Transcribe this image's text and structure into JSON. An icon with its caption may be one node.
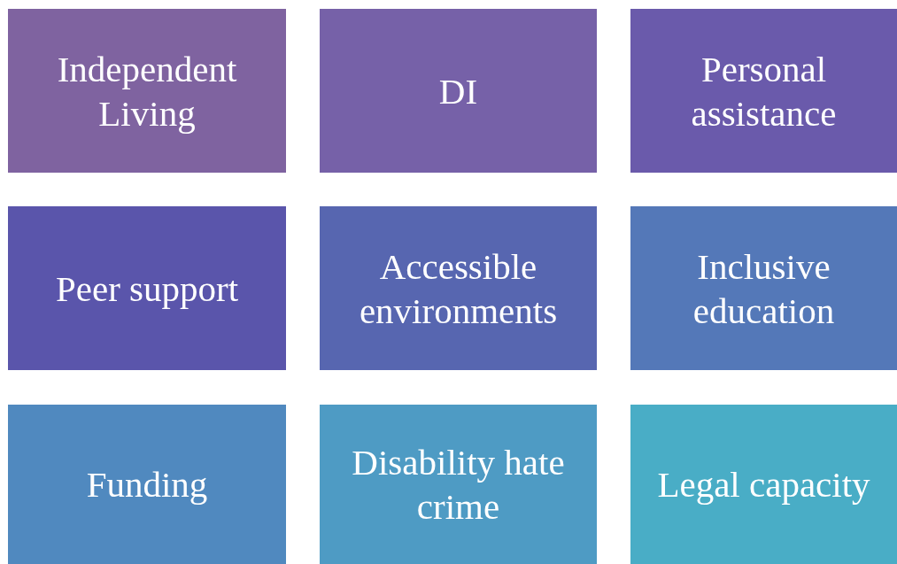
{
  "diagram": {
    "nodes": [
      {
        "text": [
          "Independent Living"
        ]
      },
      {
        "text": [
          "DI"
        ]
      },
      {
        "text": [
          "Personal assistance"
        ]
      },
      {
        "text": [
          "Peer support"
        ]
      },
      {
        "text": [
          "Accessible environments"
        ]
      },
      {
        "text": [
          "Inclusive education"
        ]
      },
      {
        "text": [
          "Funding"
        ]
      },
      {
        "text": [
          "Disability hate crime"
        ]
      },
      {
        "text": [
          "Legal capacity"
        ]
      }
    ]
  }
}
